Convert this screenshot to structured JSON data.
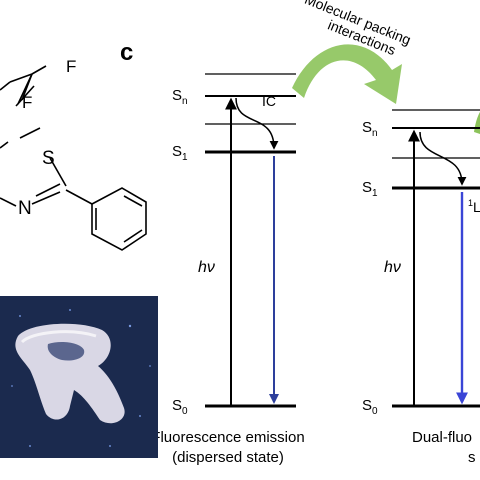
{
  "panel_label": "c",
  "molecule": {
    "atom_F1": "F",
    "atom_F2": "F",
    "atom_S": "S",
    "atom_N": "N"
  },
  "diagram_left": {
    "level_Sn": "S",
    "level_Sn_sub": "n",
    "level_S1": "S",
    "level_S1_sub": "1",
    "level_S0": "S",
    "level_S0_sub": "0",
    "ic_label": "IC",
    "excitation_label": "hν",
    "caption_line1": "Fluorescence emission",
    "caption_line2": "(dispersed state)"
  },
  "packing_label_line1": "Molecular packing",
  "packing_label_line2": "interactions",
  "diagram_right": {
    "level_Sn": "S",
    "level_Sn_sub": "n",
    "level_S1": "S",
    "level_S1_sub": "1",
    "level_S0": "S",
    "level_S0_sub": "0",
    "state_label_sup": "1",
    "state_label": "L",
    "excitation_label": "hν",
    "caption_line1": "Dual-fluo",
    "caption_line2": "s"
  },
  "colors": {
    "emission_left": "#2d3f9c",
    "emission_right": "#3a45d6",
    "packing_arrow": "#8cc35a",
    "photo_background": "#1b2a4e"
  },
  "icons": [
    "packing-arrow-icon",
    "ic-curved-arrow-icon"
  ]
}
